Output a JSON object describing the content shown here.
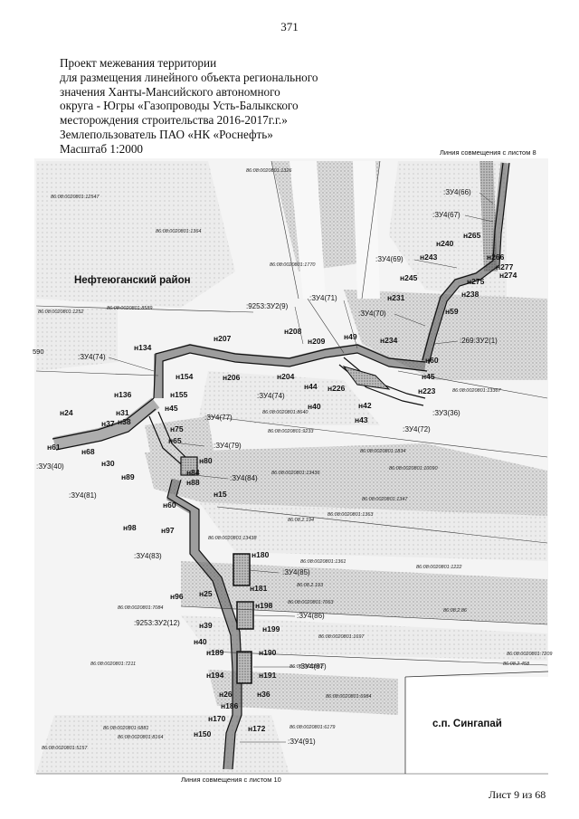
{
  "page_number": "371",
  "heading": {
    "lines": [
      "Проект межевания территории",
      "для размещения линейного объекта регионального",
      "значения Ханты-Мансийского автономного",
      "округа - Югры «Газопроводы Усть-Балыкского",
      "месторождения строительства 2016-2017г.г.»",
      "Землепользователь ПАО «НК «Роснефть»",
      "Масштаб 1:2000"
    ]
  },
  "map": {
    "top_match_line": "Линия совмещения с листом 8",
    "bottom_match_line": "Линия совмещения с листом 10",
    "region_label": "Нефтеюганский район",
    "settlement_label": "с.п. Сингапай",
    "edge_label": "590",
    "cadastral_labels": [
      "86:08:0020801:1326",
      "86:08:0020801:12547",
      "86:08:0020801:1364",
      "86:08:0020801:1770",
      "86:08:0020801:8589",
      "86:08:0020801:1252",
      "86:08:0020801:13367",
      "86:08:0020801:8640",
      "86:08:0020801:9233",
      "86:08:0020801:1834",
      "86:08:0020801:10090",
      "86:08:0020801:13436",
      "86:08:0020801:1347",
      "86:08:0020801:1363",
      "86:08.2.194",
      "86:08:0020801:13438",
      "86:08:0020801:1361",
      "86:08:0020801:1222",
      "86:08.2.193",
      "86:08:0020801:7063",
      "86:08:0020801:7084",
      "86:08.2.86",
      "86:08:0020801:1697",
      "86:08:0020801:7211",
      "86:08:0020801:7209",
      "86:08.2.458",
      "86:08:0020801:6984",
      "86:08:0020801:6881",
      "86:08:0020801:8164",
      "86:08:0020801:5157",
      "86:08:0020801:6179",
      "86:08:0020801:"
    ],
    "parcel_labels": [
      ":ЗУ4(66)",
      ":ЗУ4(67)",
      ":ЗУ4(69)",
      ":ЗУ4(71)",
      ":ЗУ4(70)",
      ":9253:ЗУ2(9)",
      ":269:ЗУ2(1)",
      ":ЗУ4(74)",
      ":ЗУ4(74)",
      ":ЗУ4(77)",
      ":ЗУ3(36)",
      ":ЗУ4(72)",
      ":ЗУ4(79)",
      ":ЗУ3(40)",
      ":ЗУ4(84)",
      ":ЗУ4(81)",
      ":ЗУ4(83)",
      ":ЗУ4(85)",
      ":9253:ЗУ2(12)",
      ":ЗУ4(86)",
      ":ЗУ4(87)",
      ":ЗУ4(91)"
    ],
    "point_labels": [
      "н265",
      "н240",
      "н243",
      "н266",
      "н277",
      "н274",
      "н245",
      "н275",
      "н231",
      "н238",
      "н59",
      "н207",
      "н208",
      "н209",
      "н49",
      "н234",
      "н134",
      "н206",
      "н204",
      "н44",
      "н60",
      "н45",
      "н154",
      "н226",
      "н223",
      "н136",
      "н155",
      "н40",
      "н42",
      "н43",
      "н24",
      "н31",
      "н45",
      "н37",
      "н38",
      "н75",
      "н65",
      "н61",
      "н68",
      "н30",
      "н80",
      "н84",
      "н89",
      "н88",
      "н15",
      "н60",
      "н98",
      "н97",
      "н180",
      "н96",
      "н25",
      "н181",
      "н198",
      "н199",
      "н39",
      "н40",
      "н189",
      "н190",
      "н194",
      "н191",
      "н26",
      "н36",
      "н186",
      "н170",
      "н150",
      "н172"
    ],
    "footer_sheet": "Лист 9 из 68"
  }
}
